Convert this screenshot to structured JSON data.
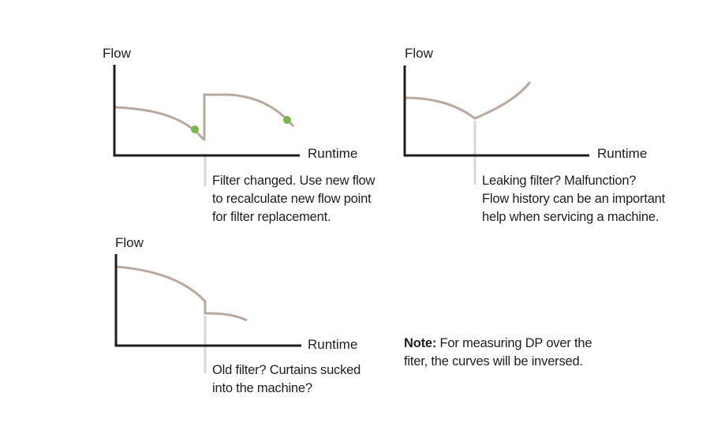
{
  "colors": {
    "axis": "#1e1e1e",
    "curve": "#b9a99e",
    "marker_line": "#d9d6d0",
    "point": "#7ab648"
  },
  "panels": [
    {
      "id": "filter-changed",
      "y_label": "Flow",
      "x_label": "Runtime",
      "caption": [
        "Filter changed. Use new flow",
        "to recalculate new flow point",
        "for filter replacement."
      ]
    },
    {
      "id": "leaking-filter",
      "y_label": "Flow",
      "x_label": "Runtime",
      "caption": [
        "Leaking filter? Malfunction?",
        "Flow history can be an important",
        "help when servicing a machine."
      ]
    },
    {
      "id": "old-filter",
      "y_label": "Flow",
      "x_label": "Runtime",
      "caption": [
        "Old filter? Curtains sucked",
        "into the machine?"
      ]
    }
  ],
  "note": {
    "bold": "Note:",
    "lines": [
      " For measuring DP over the",
      "fiter, the curves will be inversed."
    ]
  }
}
